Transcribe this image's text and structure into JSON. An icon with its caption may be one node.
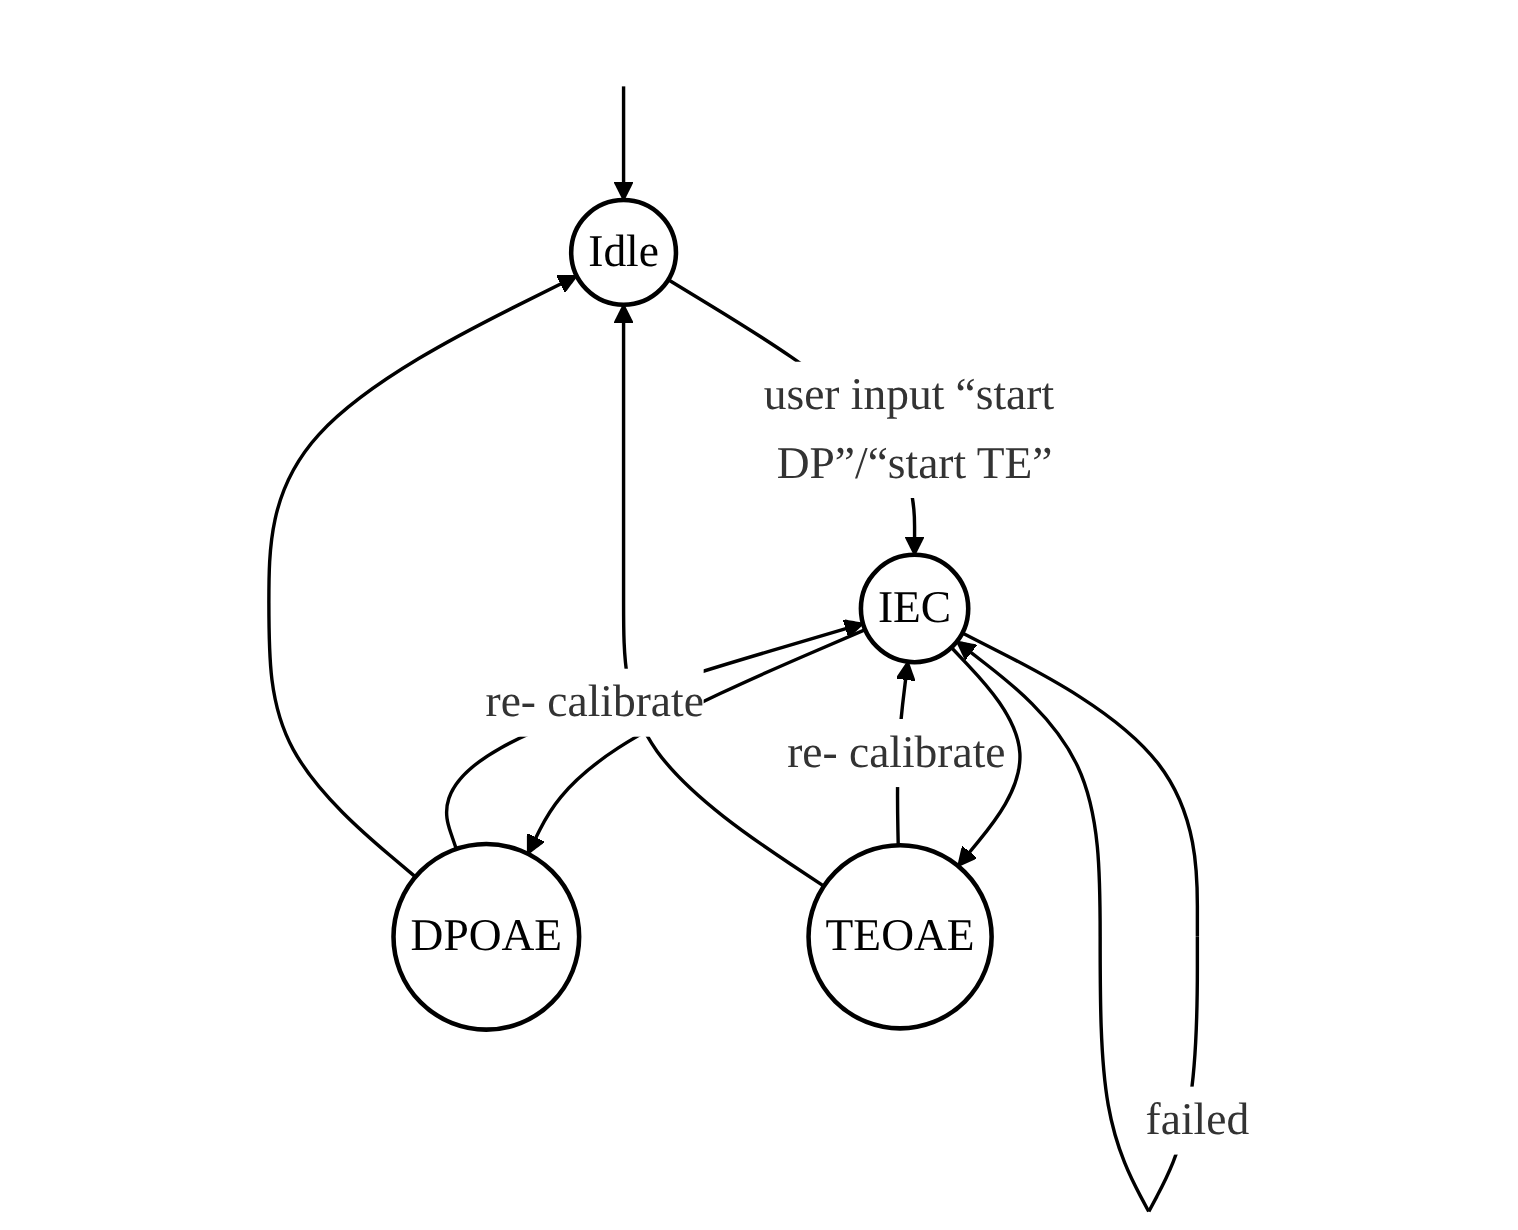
{
  "diagram": {
    "nodes": [
      {
        "text": [
          "Idle"
        ]
      },
      {
        "text": [
          "IEC"
        ]
      },
      {
        "text": [
          "DPOAE"
        ]
      },
      {
        "text": [
          "TEOAE"
        ]
      }
    ],
    "edges": [
      {
        "from": null,
        "to": 0,
        "arrow": "to"
      },
      {
        "from": 0,
        "to": 1,
        "arrow": "to",
        "label": "user input “start DP”/“start TE”"
      },
      {
        "from": 1,
        "to": 1,
        "arrow": "to",
        "label": "failed"
      },
      {
        "from": 1,
        "to": 2,
        "arrow": "to"
      },
      {
        "from": 2,
        "to": 1,
        "arrow": "to",
        "label": "re- calibrate"
      },
      {
        "from": 1,
        "to": 3,
        "arrow": "to"
      },
      {
        "from": 3,
        "to": 1,
        "arrow": "to",
        "label": "re- calibrate"
      },
      {
        "from": 2,
        "to": 0,
        "arrow": "to"
      },
      {
        "from": 3,
        "to": 0,
        "arrow": "to"
      }
    ]
  }
}
